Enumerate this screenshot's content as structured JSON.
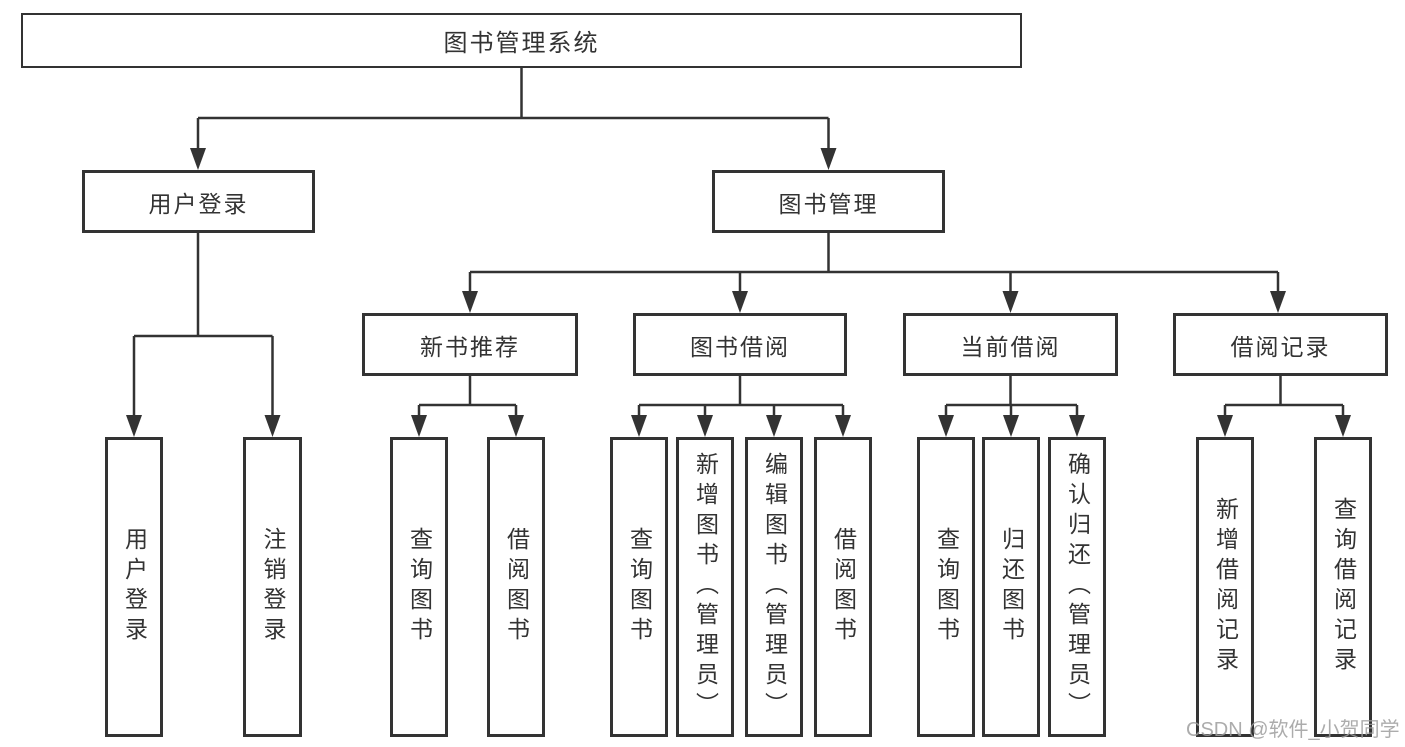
{
  "diagram": {
    "root": {
      "label": "图书管理系统"
    },
    "level2": [
      {
        "label": "用户登录"
      },
      {
        "label": "图书管理"
      }
    ],
    "level3": [
      {
        "parent": "图书管理",
        "label": "新书推荐"
      },
      {
        "parent": "图书管理",
        "label": "图书借阅"
      },
      {
        "parent": "图书管理",
        "label": "当前借阅"
      },
      {
        "parent": "图书管理",
        "label": "借阅记录"
      }
    ],
    "leaves": [
      {
        "parent": "用户登录",
        "label": "用户登录"
      },
      {
        "parent": "用户登录",
        "label": "注销登录"
      },
      {
        "parent": "新书推荐",
        "label": "查询图书"
      },
      {
        "parent": "新书推荐",
        "label": "借阅图书"
      },
      {
        "parent": "图书借阅",
        "label": "查询图书"
      },
      {
        "parent": "图书借阅",
        "label": "新增图书（管理员）"
      },
      {
        "parent": "图书借阅",
        "label": "编辑图书（管理员）"
      },
      {
        "parent": "图书借阅",
        "label": "借阅图书"
      },
      {
        "parent": "当前借阅",
        "label": "查询图书"
      },
      {
        "parent": "当前借阅",
        "label": "归还图书"
      },
      {
        "parent": "当前借阅",
        "label": "确认归还（管理员）"
      },
      {
        "parent": "借阅记录",
        "label": "新增借阅记录"
      },
      {
        "parent": "借阅记录",
        "label": "查询借阅记录"
      }
    ],
    "watermark": "CSDN @软件_小贺同学",
    "colors": {
      "line": "#333333",
      "text": "#333333",
      "background": "#ffffff",
      "watermark": "#9e9e9e"
    }
  }
}
